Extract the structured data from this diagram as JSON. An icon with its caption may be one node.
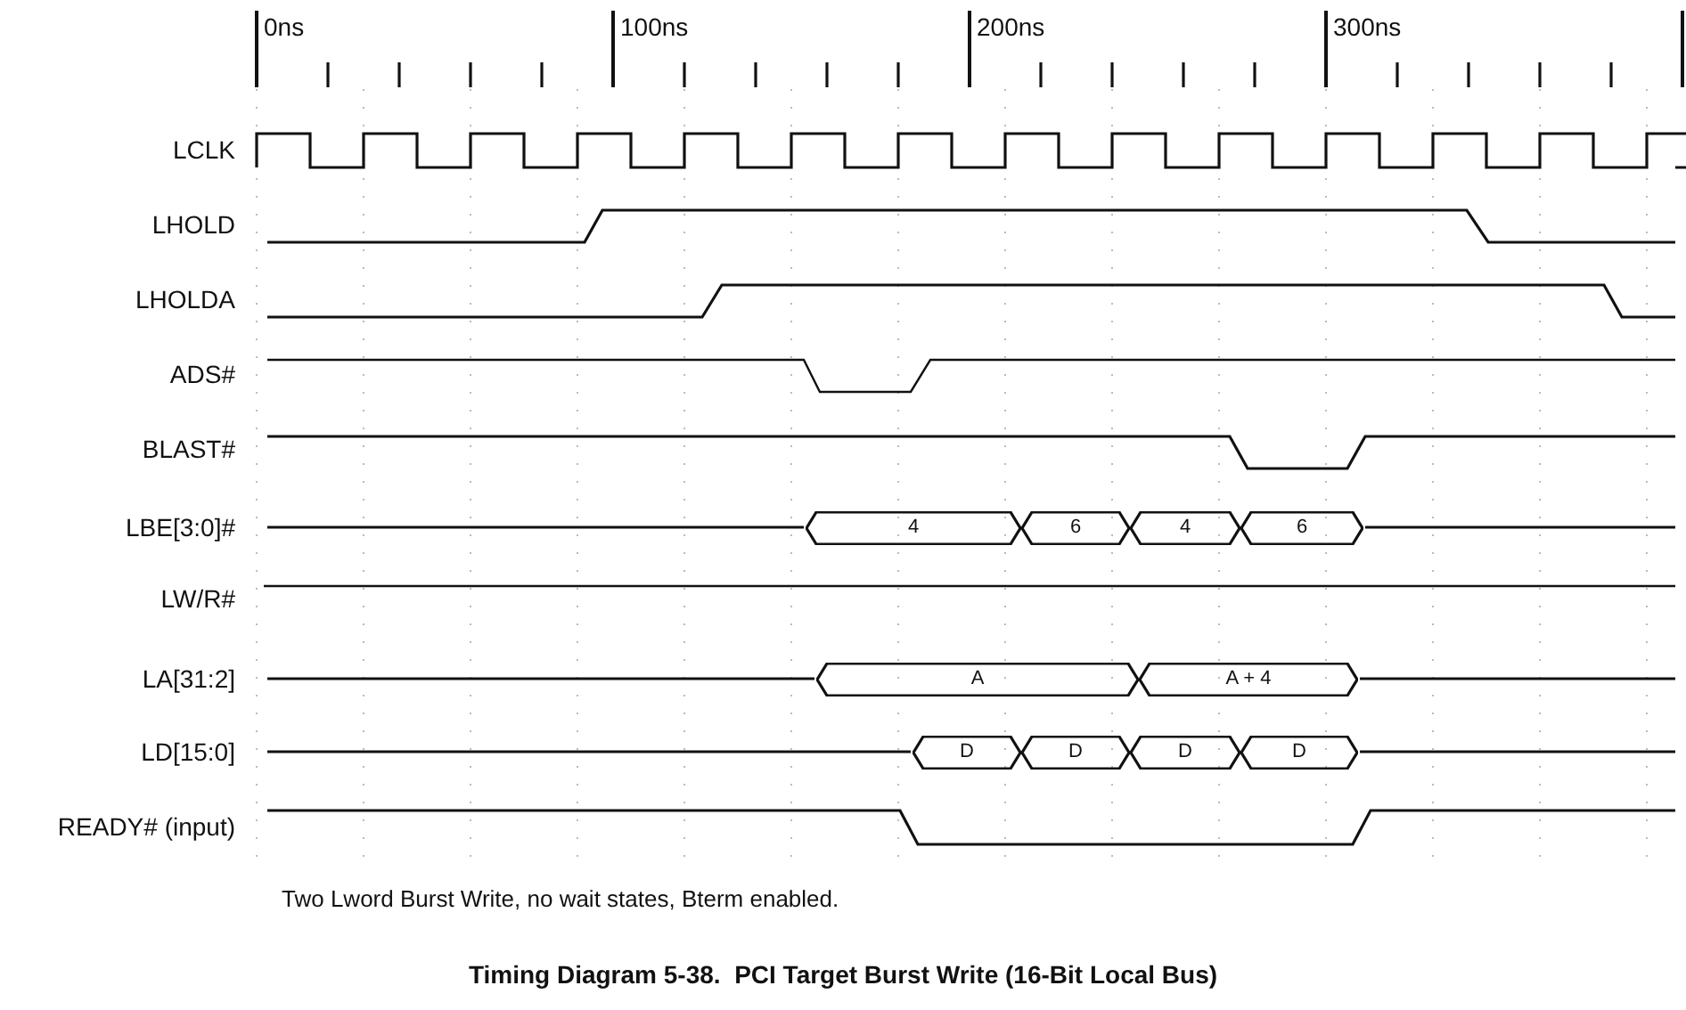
{
  "diagram": {
    "caption": "Timing Diagram 5-38.  PCI Target Burst Write (16-Bit Local Bus)",
    "nodes": [
      {
        "text": [
          "4"
        ]
      },
      {
        "text": [
          "6"
        ]
      },
      {
        "text": [
          "4"
        ]
      },
      {
        "text": [
          "6"
        ]
      },
      {
        "text": [
          "A"
        ]
      },
      {
        "text": [
          "A + 4"
        ]
      },
      {
        "text": [
          "D"
        ]
      },
      {
        "text": [
          "D"
        ]
      },
      {
        "text": [
          "D"
        ]
      },
      {
        "text": [
          "D"
        ]
      }
    ],
    "labels": [
      "0ns",
      "100ns",
      "200ns",
      "300ns",
      "LCLK",
      "LHOLD",
      "LHOLDA",
      "ADS#",
      "BLAST#",
      "LBE[3:0]#",
      "LW/R#",
      "LA[31:2]",
      "LD[15:0]",
      "READY# (input)",
      "Two Lword Burst Write, no wait states, Bterm enabled."
    ]
  }
}
